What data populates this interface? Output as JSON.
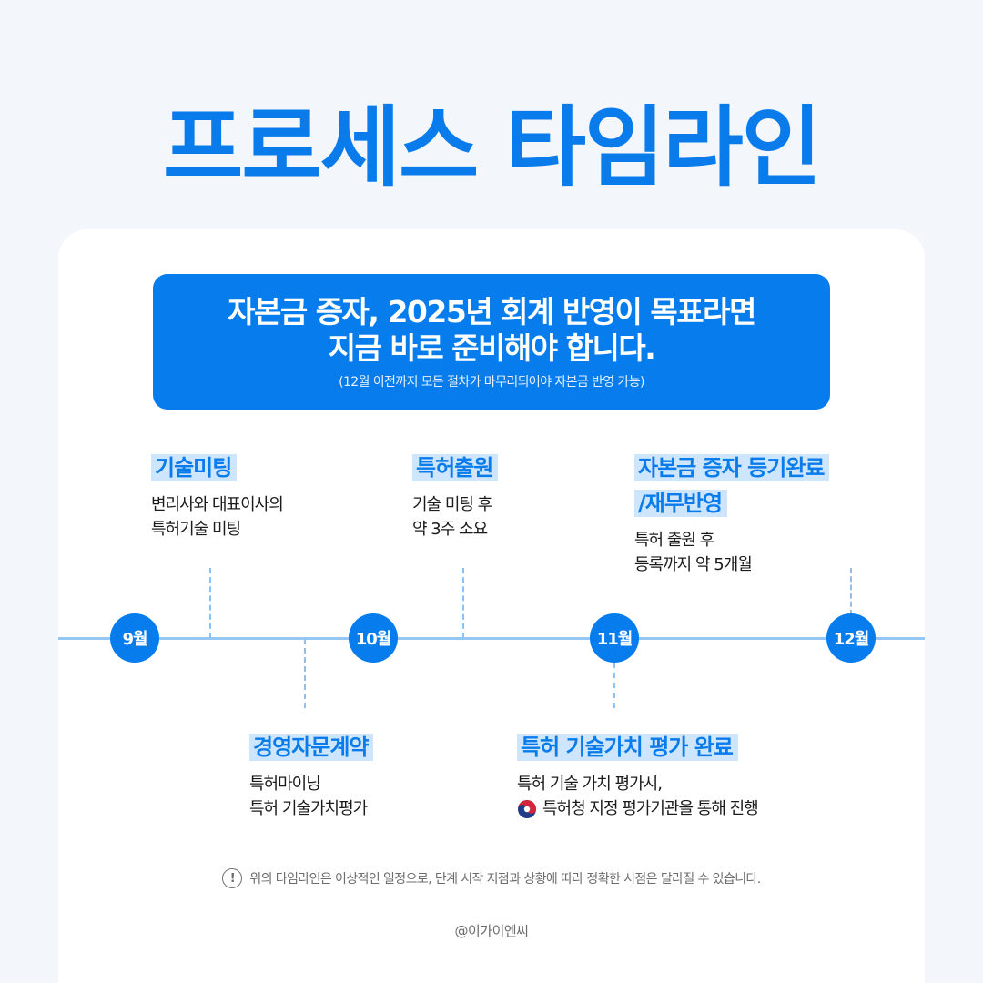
{
  "title": "프로세스 타임라인",
  "banner": {
    "line1": "자본금 증자, 2025년 회계 반영이 목표라면",
    "line2": "지금 바로 준비해야 합니다.",
    "note": "(12월 이전까지 모든 절차가 마무리되어야 자본금 반영 가능)"
  },
  "colors": {
    "primary": "#067ced",
    "title_blue": "#0a7bea",
    "highlight": "#cde6fd",
    "axis": "#97c6f2",
    "background": "#f3f6fb",
    "card": "#ffffff"
  },
  "timeline": {
    "months": [
      {
        "label": "9월"
      },
      {
        "label": "10월"
      },
      {
        "label": "11월"
      },
      {
        "label": "12월"
      }
    ],
    "milestones": [
      {
        "title": "기술미팅",
        "desc": [
          "변리사와 대표이사의",
          "특허기술 미팅"
        ],
        "position": "above"
      },
      {
        "title": "경영자문계약",
        "desc": [
          "특허마이닝",
          "특허 기술가치평가"
        ],
        "position": "below"
      },
      {
        "title": "특허출원",
        "desc": [
          "기술 미팅 후",
          "약 3주 소요"
        ],
        "position": "above"
      },
      {
        "title": "특허 기술가치 평가 완료",
        "desc": [
          "특허 기술 가치 평가시,",
          "특허청 지정 평가기관을 통해 진행"
        ],
        "position": "below"
      },
      {
        "title_lines": [
          "자본금 증자 등기완료",
          "/재무반영"
        ],
        "desc": [
          "특허 출원 후",
          "등록까지 약 5개월"
        ],
        "position": "above"
      }
    ]
  },
  "footer": {
    "notice_icon": "exclamation-circle-icon",
    "notice": "위의 타임라인은 이상적인 일정으로, 단계 시작 지점과 상황에 따라 정확한 시점은 달라질 수 있습니다.",
    "handle": "@이가이엔씨"
  }
}
